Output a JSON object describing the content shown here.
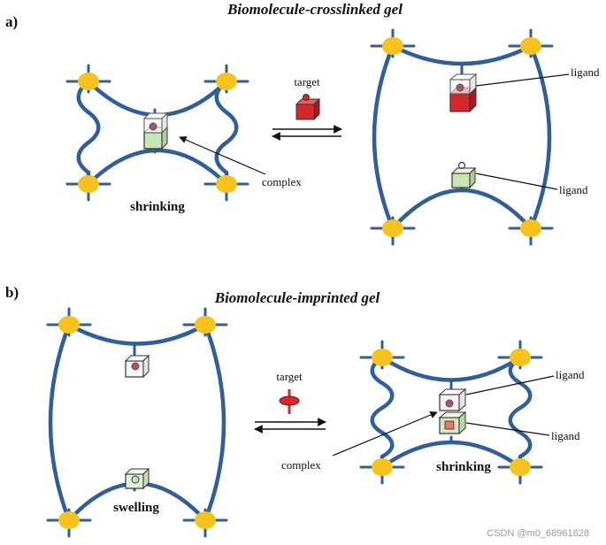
{
  "panel_a": {
    "label": "a)",
    "title": "Biomolecule-crosslinked gel",
    "left_state": "shrinking",
    "target_label": "target",
    "complex_label": "complex",
    "ligand_top_label": "ligand",
    "ligand_bottom_label": "ligand"
  },
  "panel_b": {
    "label": "b)",
    "title": "Biomolecule-imprinted gel",
    "left_state": "swelling",
    "target_label": "target",
    "complex_label": "complex",
    "right_state": "shrinking",
    "ligand_top_label": "ligand",
    "ligand_bottom_label": "ligand"
  },
  "watermark": "CSDN @m0_68961828",
  "colors": {
    "network": "#2f5e9c",
    "crosslink_node": "#f6c21c",
    "target_red": "#d8272b",
    "ligand_green": "#c6e7b4"
  }
}
